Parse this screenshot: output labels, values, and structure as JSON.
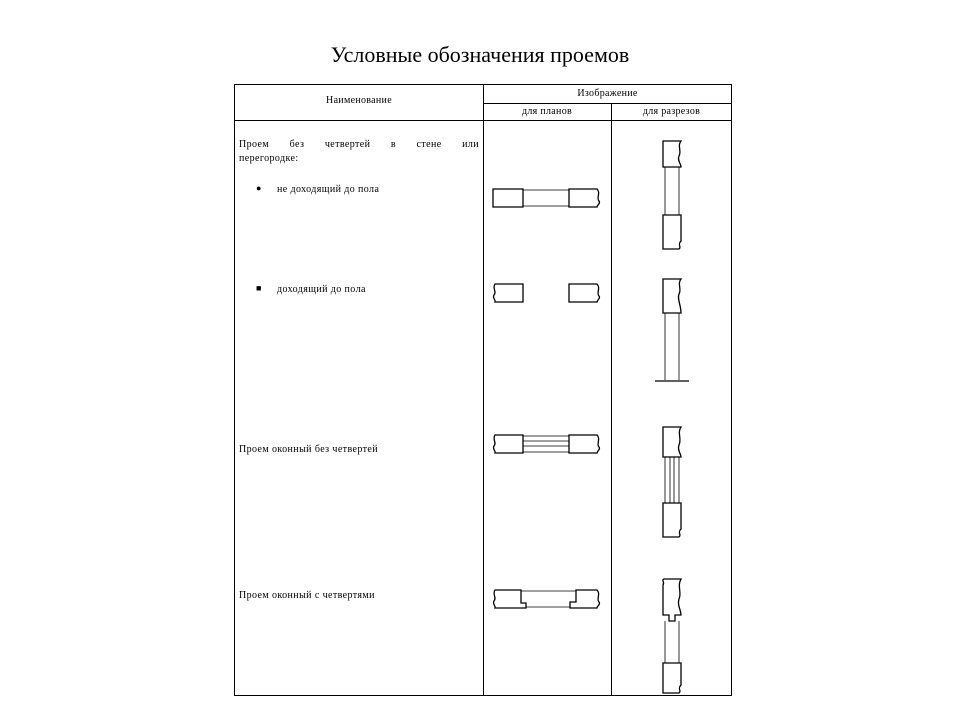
{
  "title": "Условные обозначения проемов",
  "table": {
    "header": {
      "name": "Наименование",
      "image": "Изображение",
      "plans": "для планов",
      "sections": "для разрезов"
    },
    "rows": [
      {
        "label_line1": "Проем без четвертей в стене или",
        "label_line2": "перегородке:",
        "sub_items": [
          {
            "bullet": "●",
            "label": "не доходящий до пола",
            "plan_icon": "opening-not-to-floor-plan-icon",
            "section_icon": "opening-not-to-floor-section-icon"
          },
          {
            "bullet": "■",
            "label": "доходящий до пола",
            "plan_icon": "opening-to-floor-plan-icon",
            "section_icon": "opening-to-floor-section-icon"
          }
        ]
      },
      {
        "label": "Проем оконный без четвертей",
        "plan_icon": "window-no-rebates-plan-icon",
        "section_icon": "window-no-rebates-section-icon"
      },
      {
        "label": "Проем оконный с четвертями",
        "plan_icon": "window-with-rebates-plan-icon",
        "section_icon": "window-with-rebates-section-icon"
      }
    ]
  }
}
